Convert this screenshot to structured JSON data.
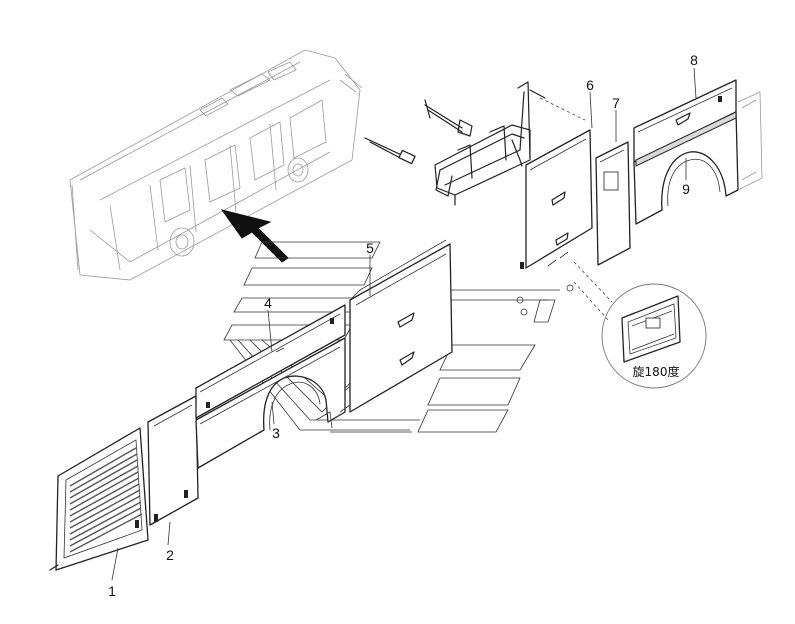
{
  "callouts": [
    {
      "id": "1",
      "text": "1"
    },
    {
      "id": "2",
      "text": "2"
    },
    {
      "id": "3",
      "text": "3"
    },
    {
      "id": "4",
      "text": "4"
    },
    {
      "id": "5",
      "text": "5"
    },
    {
      "id": "6",
      "text": "6"
    },
    {
      "id": "7",
      "text": "7"
    },
    {
      "id": "8",
      "text": "8"
    },
    {
      "id": "9",
      "text": "9"
    }
  ],
  "detail_note": "旋180度",
  "colors": {
    "line": "#222222",
    "ghost": "#9a9a9a",
    "background": "#ffffff"
  },
  "icons": {
    "direction": "arrow-icon"
  }
}
